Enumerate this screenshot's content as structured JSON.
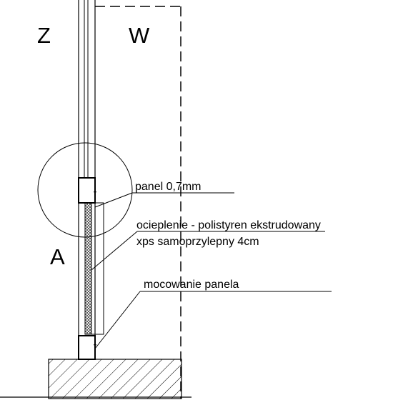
{
  "zone_labels": {
    "left": "Z",
    "right": "W",
    "detail": "A"
  },
  "annotations": {
    "panel": "panel 0,7mm",
    "insulation_line1": "ocieplenie - polistyren ekstrudowany",
    "insulation_line2": "xps samoprzylepny 4cm",
    "fixing": "mocowanie panela"
  },
  "colors": {
    "line": "#000000",
    "background": "#ffffff"
  }
}
